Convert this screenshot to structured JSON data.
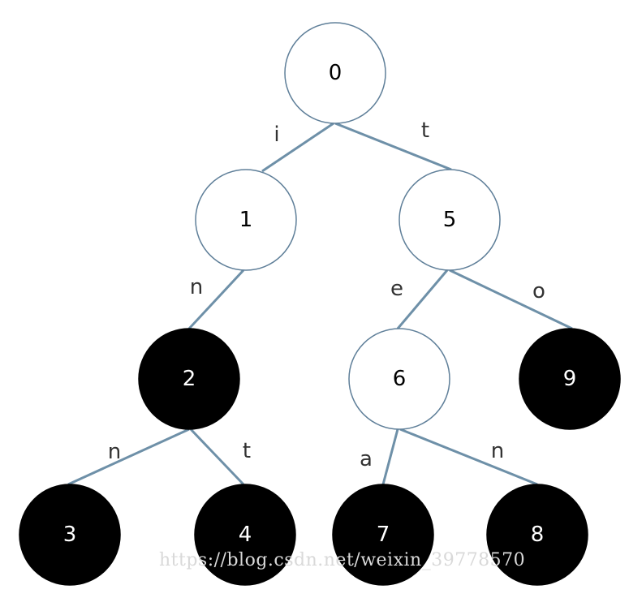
{
  "trie": {
    "colors": {
      "edge": "#6e90a8",
      "node_border": "#5f7f99",
      "terminal_fill": "#000000",
      "terminal_text": "#ffffff",
      "internal_fill": "#ffffff",
      "internal_text": "#000000",
      "edge_label": "#333333"
    },
    "nodes": [
      {
        "id": "0",
        "label": "0",
        "terminal": false
      },
      {
        "id": "1",
        "label": "1",
        "terminal": false
      },
      {
        "id": "2",
        "label": "2",
        "terminal": true
      },
      {
        "id": "3",
        "label": "3",
        "terminal": true
      },
      {
        "id": "4",
        "label": "4",
        "terminal": true
      },
      {
        "id": "5",
        "label": "5",
        "terminal": false
      },
      {
        "id": "6",
        "label": "6",
        "terminal": false
      },
      {
        "id": "7",
        "label": "7",
        "terminal": true
      },
      {
        "id": "8",
        "label": "8",
        "terminal": true
      },
      {
        "id": "9",
        "label": "9",
        "terminal": true
      }
    ],
    "edges": [
      {
        "from": "0",
        "to": "1",
        "label": "i"
      },
      {
        "from": "0",
        "to": "5",
        "label": "t"
      },
      {
        "from": "1",
        "to": "2",
        "label": "n"
      },
      {
        "from": "2",
        "to": "3",
        "label": "n"
      },
      {
        "from": "2",
        "to": "4",
        "label": "t"
      },
      {
        "from": "5",
        "to": "6",
        "label": "e"
      },
      {
        "from": "5",
        "to": "9",
        "label": "o"
      },
      {
        "from": "6",
        "to": "7",
        "label": "a"
      },
      {
        "from": "6",
        "to": "8",
        "label": "n"
      }
    ]
  },
  "watermark": {
    "text": "https://blog.csdn.net/weixin_39778570"
  }
}
